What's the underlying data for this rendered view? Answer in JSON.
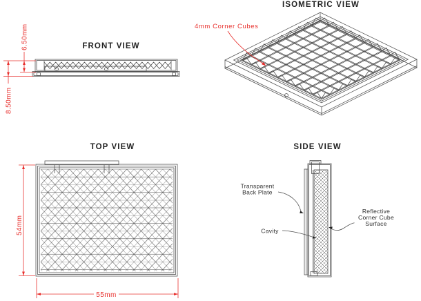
{
  "colors": {
    "dimension_red": "#e8312e",
    "drawing_line_gray": "#4b4b4b",
    "label_text": "#2b2b2b",
    "background": "#ffffff"
  },
  "front_view": {
    "title": "FRONT VIEW",
    "dim_inner_height": "6.50mm",
    "dim_total_height": "8.50mm"
  },
  "isometric_view": {
    "title": "ISOMETRIC VIEW",
    "corner_cube_label": "4mm Corner Cubes"
  },
  "top_view": {
    "title": "TOP VIEW",
    "dim_height": "54mm",
    "dim_width": "55mm"
  },
  "side_view": {
    "title": "SIDE VIEW",
    "back_plate_label": {
      "line1": "Transparent",
      "line2": "Back Plate"
    },
    "cavity_label": "Cavity",
    "reflective_label": {
      "line1": "Reflective",
      "line2": "Corner Cube",
      "line3": "Surface"
    }
  }
}
